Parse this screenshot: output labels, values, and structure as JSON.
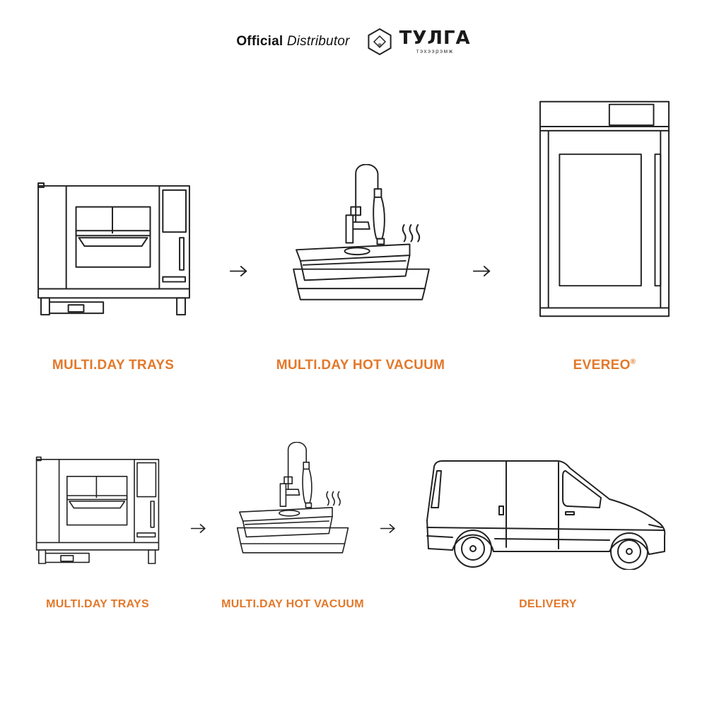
{
  "header": {
    "official": "Official",
    "distributor": "Distributor",
    "brand_name": "ТУЛГА",
    "brand_sub": "тэхээрэмж"
  },
  "row1": {
    "step1": "MULTI.DAY TRAYS",
    "step2": "MULTI.DAY HOT VACUUM",
    "step3": "EVEREO",
    "step3_mark": "®"
  },
  "row2": {
    "step1": "MULTI.DAY TRAYS",
    "step2": "MULTI.DAY HOT VACUUM",
    "step3": "DELIVERY"
  },
  "colors": {
    "accent": "#e3782a",
    "line": "#222222"
  }
}
